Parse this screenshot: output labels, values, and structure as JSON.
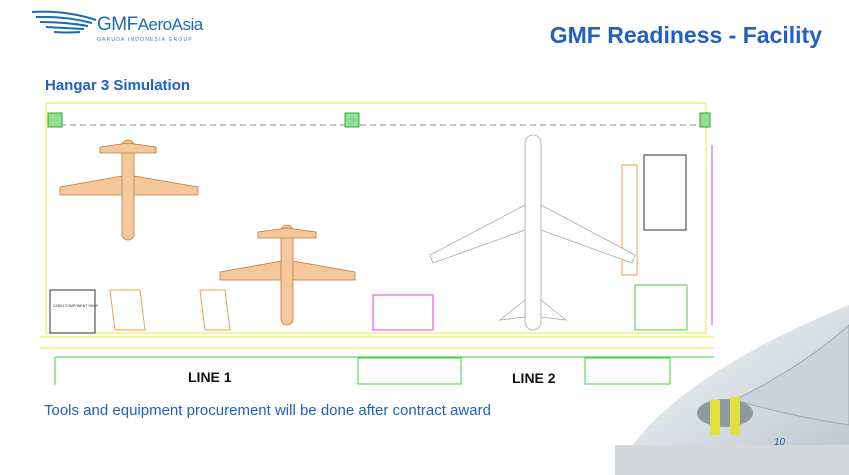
{
  "logo": {
    "brand": "GMF",
    "brand_suffix": "AeroAsia",
    "tagline": "GARUDA INDONESIA GROUP"
  },
  "slide": {
    "title": "GMF Readiness - Facility",
    "subtitle": "Hangar 3 Simulation",
    "note": "Tools and equipment procurement will be done after contract award",
    "page_number": "10"
  },
  "drawing": {
    "line1_label": "LINE 1",
    "line2_label": "LINE 2",
    "shop_label": "CABIN COMPONENT SHOP",
    "colors": {
      "aircraft": "#f4c89a",
      "aircraft_outline": "#c0783a",
      "yellow": "#e8e840",
      "green": "#40d040",
      "magenta": "#e040e0",
      "orange": "#f0a050"
    }
  }
}
